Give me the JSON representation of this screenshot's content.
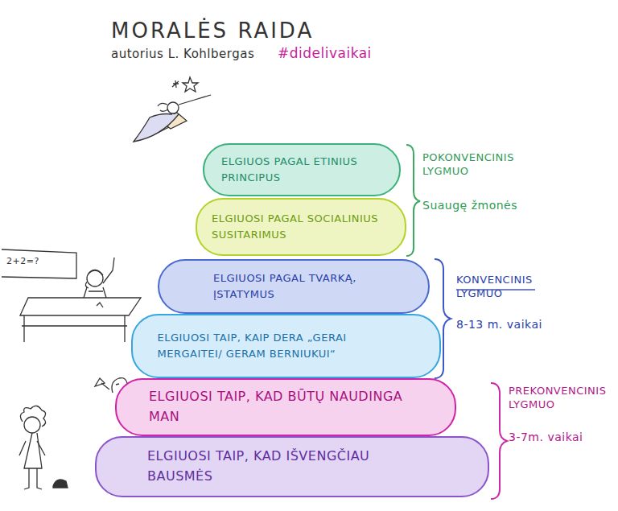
{
  "diagram": {
    "title": "MORALĖS RAIDA",
    "nodes": [
      {
        "text": [
          "ELGIUOS PAGAL ETINIUS PRINCIPUS"
        ]
      },
      {
        "text": [
          "ELGIUOSI PAGAL SOCIALINIUS SUSITARIMUS"
        ]
      },
      {
        "text": [
          "ELGIUOSI PAGAL TVARKĄ, ĮSTATYMUS"
        ]
      },
      {
        "text": [
          "ELGIUOSI TAIP, KAIP DERA „GERAI MERGAITEI/ GERAM BERNIUKUI“"
        ]
      },
      {
        "text": [
          "ELGIUOSI TAIP, KAD BŪTŲ NAUDINGA MAN"
        ]
      },
      {
        "text": [
          "ELGIUOSI TAIP, KAD IŠVENGČIAU BAUSMĖS"
        ]
      }
    ],
    "labels": [
      "autorius L. Kohlbergas",
      "#didelivaikai",
      "POKONVENCINIS LYGMUO",
      "Suaugę žmonės",
      "KONVENCINIS LYGMUO",
      "8-13 m. vaikai",
      "PREKONVENCINIS LYGMUO",
      "3-7m. vaikai",
      "2+2=?"
    ]
  }
}
